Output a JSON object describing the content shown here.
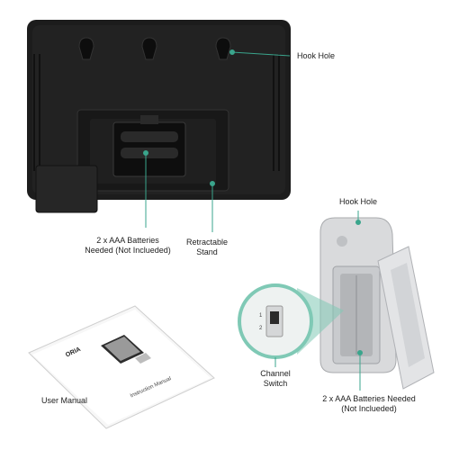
{
  "callouts": {
    "hook_hole_main": "Hook Hole",
    "batteries_main_line1": "2 x AAA Batteries",
    "batteries_main_line2": "Needed (Not Inclueded)",
    "stand_line1": "Retractable",
    "stand_line2": "Stand",
    "hook_hole_sensor": "Hook Hole",
    "channel_line1": "Channel",
    "channel_line2": "Switch",
    "batteries_sensor_line1": "2 x AAA Batteries Needed",
    "batteries_sensor_line2": "(Not Inclueded)",
    "user_manual": "User Manual"
  },
  "manual": {
    "brand": "ORIA",
    "cover_title": "Instruction Manual"
  },
  "colors": {
    "leader_line": "#3aa58c",
    "device_body": "#1c1c1c",
    "sensor_body": "#d9dadc",
    "zoom_circle": "#7fc9b5"
  }
}
